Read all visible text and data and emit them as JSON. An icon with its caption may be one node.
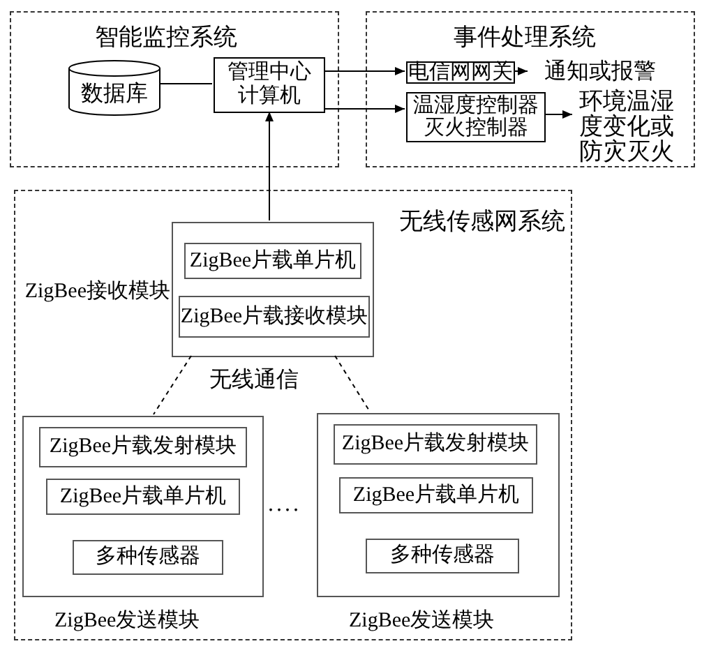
{
  "diagram": {
    "nodes": [
      {
        "text": [
          "智能监控系统"
        ]
      },
      {
        "text": [
          "数据库"
        ],
        "in": 0
      },
      {
        "text": [
          "管理中心计算机"
        ],
        "in": 0
      },
      {
        "text": [
          "事件处理系统"
        ]
      },
      {
        "text": [
          "电信网网关"
        ],
        "in": 3
      },
      {
        "text": [
          "通知或报警"
        ],
        "in": 3
      },
      {
        "text": [
          "温湿度控制器",
          "灭火控制器"
        ],
        "in": 3
      },
      {
        "text": [
          "环境温湿度变化或防灾灭火"
        ],
        "in": 3
      },
      {
        "text": [
          "无线传感网系统"
        ]
      },
      {
        "text": [
          "ZigBee接收模块"
        ],
        "in": 8
      },
      {
        "text": [
          "ZigBee片载单片机"
        ],
        "in": 9
      },
      {
        "text": [
          "ZigBee片载接收模块"
        ],
        "in": 9
      },
      {
        "text": [
          "ZigBee发送模块"
        ],
        "in": 8
      },
      {
        "text": [
          "ZigBee片载发射模块"
        ],
        "in": 12
      },
      {
        "text": [
          "ZigBee片载单片机"
        ],
        "in": 12
      },
      {
        "text": [
          "多种传感器"
        ],
        "in": 12
      },
      {
        "text": [
          "ZigBee发送模块"
        ],
        "in": 8
      },
      {
        "text": [
          "ZigBee片载发射模块"
        ],
        "in": 16
      },
      {
        "text": [
          "ZigBee片载单片机"
        ],
        "in": 16
      },
      {
        "text": [
          "多种传感器"
        ],
        "in": 16
      }
    ],
    "edges": [
      {
        "from": 1,
        "to": 2,
        "arrow": "none"
      },
      {
        "from": 2,
        "to": 4,
        "arrow": "to"
      },
      {
        "from": 2,
        "to": 6,
        "arrow": "to"
      },
      {
        "from": 4,
        "to": 5,
        "arrow": "to"
      },
      {
        "from": 6,
        "to": 7,
        "arrow": "to"
      },
      {
        "from": 9,
        "to": 2,
        "arrow": "to"
      },
      {
        "from": 9,
        "to": 12,
        "arrow": "none",
        "style": "dashed"
      },
      {
        "from": 9,
        "to": 16,
        "arrow": "none",
        "style": "dashed"
      }
    ],
    "labels": [
      "无线通信",
      "...."
    ]
  }
}
